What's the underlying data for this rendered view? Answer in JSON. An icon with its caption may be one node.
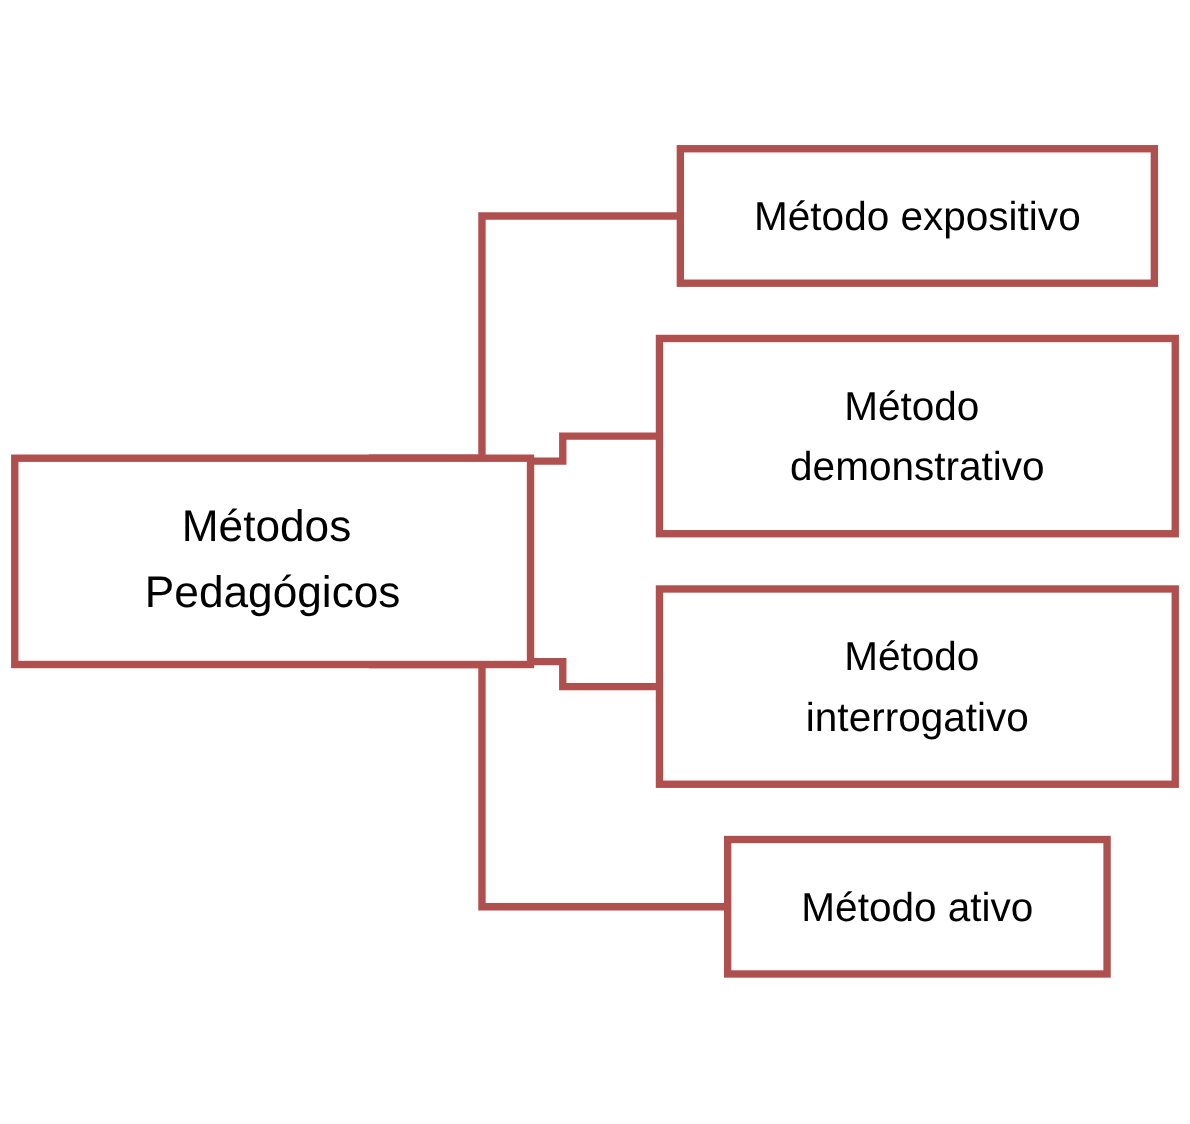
{
  "diagram": {
    "nodes": [
      {
        "text": [
          "Métodos Pedagógicos"
        ]
      },
      {
        "text": [
          "Método expositivo"
        ]
      },
      {
        "text": [
          "Método demonstrativo"
        ]
      },
      {
        "text": [
          "Método interrogativo"
        ]
      },
      {
        "text": [
          "Método ativo"
        ]
      }
    ],
    "edges": [
      {
        "from": 0,
        "to": 1,
        "arrow": "none"
      },
      {
        "from": 0,
        "to": 2,
        "arrow": "none"
      },
      {
        "from": 0,
        "to": 3,
        "arrow": "none"
      },
      {
        "from": 0,
        "to": 4,
        "arrow": "none"
      }
    ]
  }
}
